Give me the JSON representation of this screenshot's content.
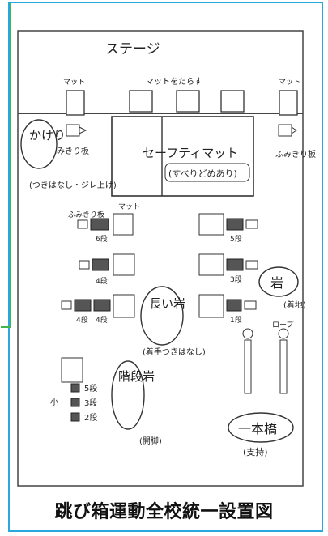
{
  "diagram": {
    "stage_label": "ステージ",
    "mat_left": "マット",
    "mat_center": "マットをたらす",
    "mat_right": "マット",
    "springboard_left": "ふみきり板",
    "springboard_right": "ふみきり板",
    "safety_mat": "セーフティマット",
    "safety_mat_note": "(すべりどめあり)",
    "group_kakeru": "かけり",
    "group_kakeru_note": "(つきはなし・ジレ上げ)",
    "springboard_mid": "ふみきり板",
    "mat_small": "マット",
    "box_6": "6段",
    "box_5": "5段",
    "box_4a": "4段",
    "box_3a": "3段",
    "box_4b": "4段",
    "box_4c": "4段",
    "box_1": "1段",
    "group_nagaiwa": "長い岩",
    "group_nagaiwa_note": "(着手つきはなし)",
    "group_iwa": "岩",
    "group_iwa_note": "(着地)",
    "rope_label": "ロープ",
    "size_small": "小",
    "step_5": "5段",
    "step_3": "3段",
    "step_2": "2段",
    "group_kaidan": "階段岩",
    "group_kaidan_note": "(開脚)",
    "group_ipponbashi": "一本橋",
    "group_ipponbashi_note": "(支持)"
  },
  "caption": "跳び箱運動全校統一設置図",
  "colors": {
    "frame_blue": "#29a8e0",
    "frame_green": "#3fb54a"
  }
}
